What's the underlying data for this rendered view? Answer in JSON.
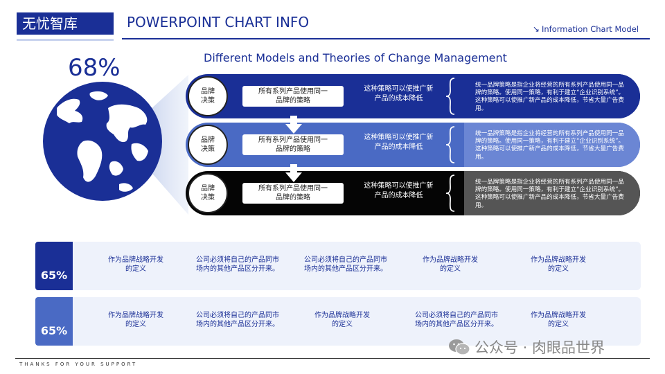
{
  "header": {
    "brand": "无忧智库",
    "title": "POWERPOINT CHART INFO",
    "subtitle": "Information Chart Model",
    "subtitle_icon": "arrow-down-right-icon"
  },
  "hero": {
    "percent": "68%",
    "globe_icon": "globe-icon"
  },
  "diagram": {
    "title": "Different Models and Theories of Change Management",
    "rows": [
      {
        "circle_label": "品牌\n决策",
        "pill_label": "所有系列产品使用同一\n品牌的策略",
        "middle_text": "这种策略可以使推广新\n产品的成本降低",
        "description": "统一品牌策略是指企业将经营的所有系列产品使用同一品牌的策略。使用同一策略，有利于建立“企业识别系统”。这种策略可以使推广新产品的成本降低，节省大量广告费用。"
      },
      {
        "circle_label": "品牌\n决策",
        "pill_label": "所有系列产品使用同一\n品牌的策略",
        "middle_text": "这种策略可以使推广新\n产品的成本降低",
        "description": "统一品牌策略是指企业将经营的所有系列产品使用同一品牌的策略。使用同一策略，有利于建立“企业识别系统”。这种策略可以使推广新产品的成本降低，节省大量广告费用。"
      },
      {
        "circle_label": "品牌\n决策",
        "pill_label": "所有系列产品使用同一\n品牌的策略",
        "middle_text": "这种策略可以使推广新\n产品的成本降低",
        "description": "统一品牌策略是指企业将经营的所有系列产品使用同一品牌的策略。使用同一策略，有利于建立“企业识别系统”。这种策略可以使推广新产品的成本降低，节省大量广告费用。"
      }
    ]
  },
  "bands": [
    {
      "percent": "65%",
      "cells": [
        "作为品牌战略开发\n的定义",
        "公司必须将自己的产品同市\n场内的其他产品区分开来。",
        "公司必须将自己的产品同市\n场内的其他产品区分开来。",
        "作为品牌战略开发\n的定义",
        "作为品牌战略开发\n的定义"
      ]
    },
    {
      "percent": "65%",
      "cells": [
        "作为品牌战略开发\n的定义",
        "公司必须将自己的产品同市\n场内的其他产品区分开来。",
        "作为品牌战略开发\n的定义",
        "公司必须将自己的产品同市\n场内的其他产品区分开来。",
        "作为品牌战略开发\n的定义"
      ]
    }
  ],
  "footer": {
    "text": "THANKS FOR YOUR SUPPORT",
    "watermark": "公众号 · 肉眼品世界",
    "watermark_icon": "wechat-icon"
  },
  "colors": {
    "navy": "#1a2f96",
    "medium_blue": "#4a6ac4",
    "light_blue": "#6b86d4",
    "black": "#050505",
    "gray": "#555555",
    "band_bg": "#eef2fb"
  }
}
